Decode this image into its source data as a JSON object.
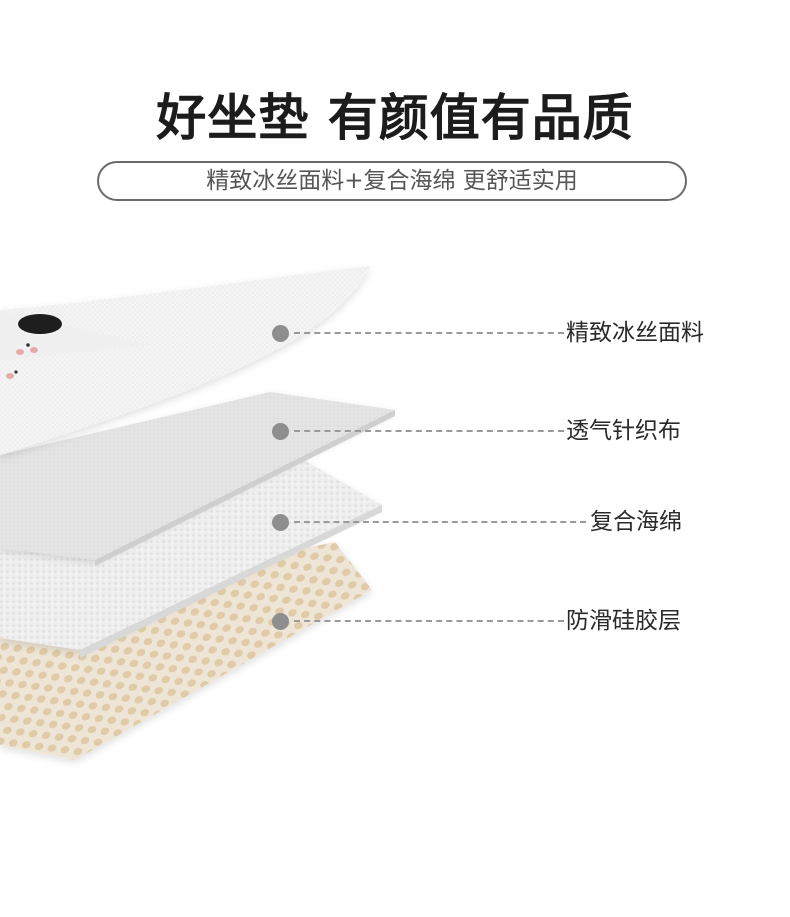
{
  "header": {
    "title": "好坐垫 有颜值有品质",
    "subtitle": "精致冰丝面料+复合海绵 更舒适实用"
  },
  "layers": [
    {
      "label": "精致冰丝面料"
    },
    {
      "label": "透气针织布"
    },
    {
      "label": "复合海绵"
    },
    {
      "label": "防滑硅胶层"
    }
  ],
  "colors": {
    "title_text": "#1c1c1c",
    "subtitle_text": "#555555",
    "callout_dot": "#8e8e8e",
    "callout_line": "#9a9a9a",
    "fabric_layer": "#f4f4f4",
    "knit_layer": "#e3e3e3",
    "sponge_layer": "#efefef",
    "silicone_layer": "#ece2d3",
    "silicone_dots": "#e2cfb0"
  }
}
